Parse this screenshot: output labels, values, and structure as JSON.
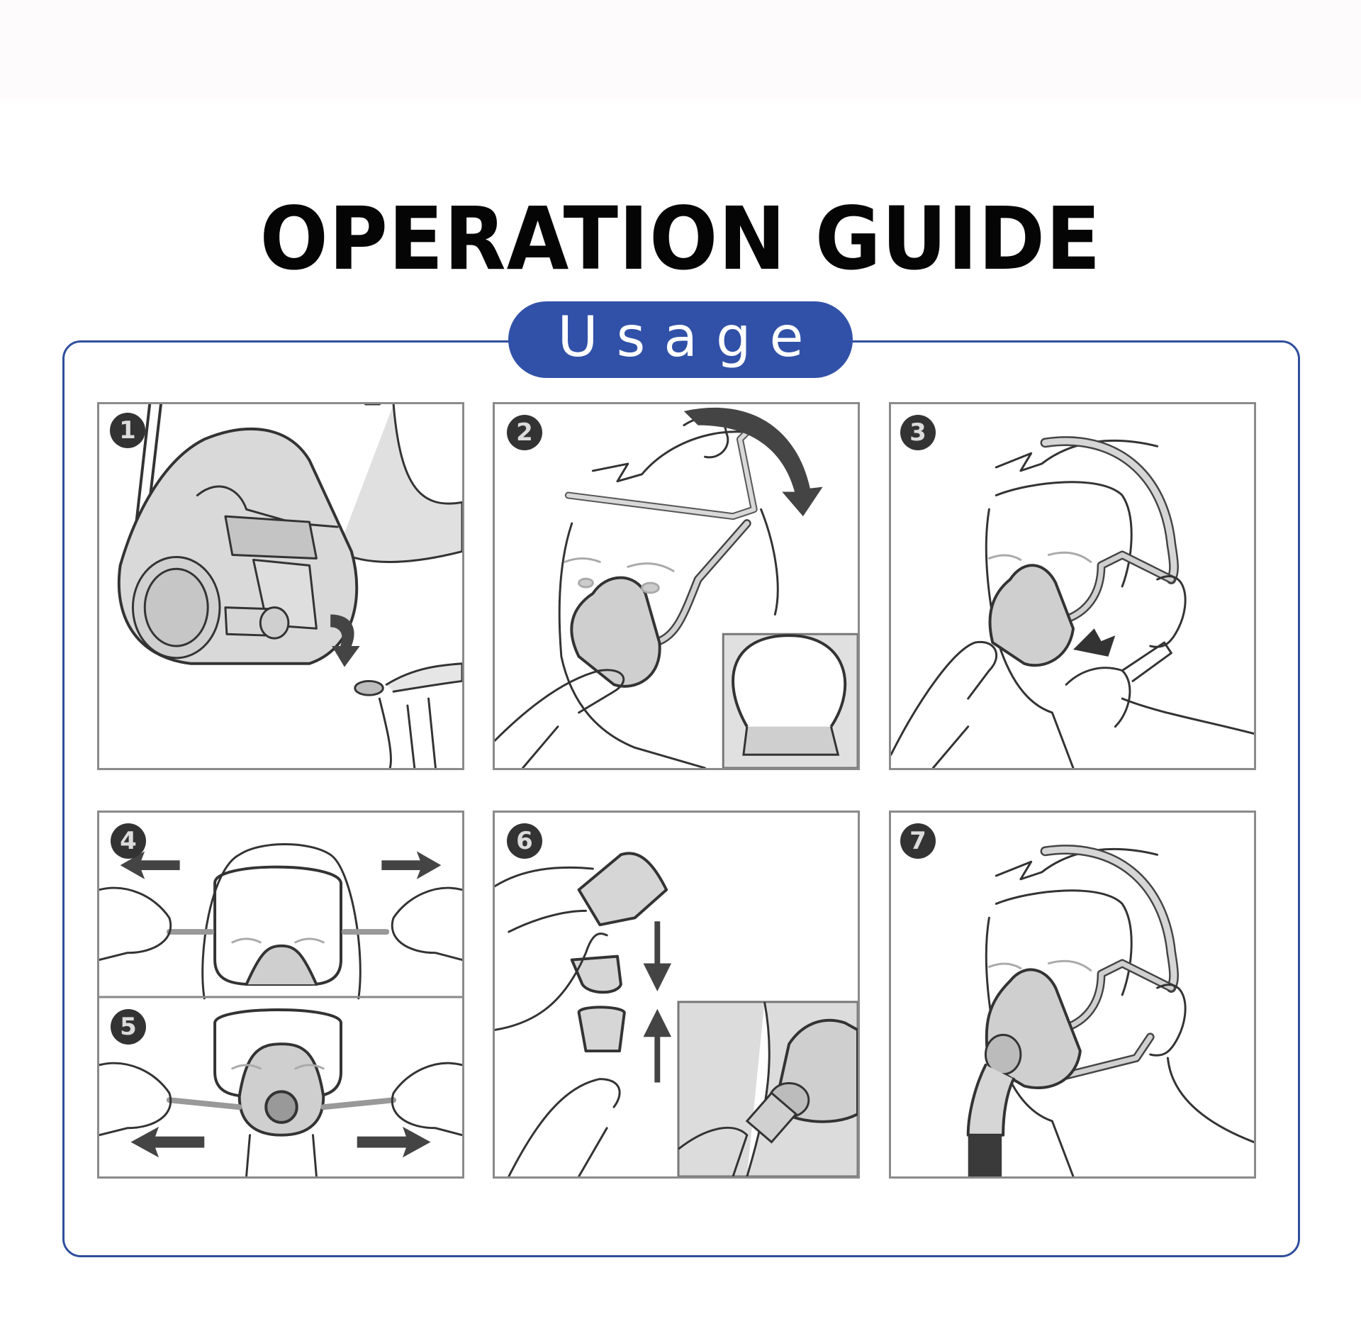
{
  "header": {
    "title": "OPERATION GUIDE"
  },
  "section": {
    "label": "Usage",
    "accent_color": "#3151a8"
  },
  "steps": [
    {
      "number": "1",
      "illustration": "attach-headgear-clip-to-mask"
    },
    {
      "number": "2",
      "illustration": "place-mask-pull-headgear-over-head"
    },
    {
      "number": "3",
      "illustration": "fasten-lower-clip"
    },
    {
      "number": "4",
      "illustration": "adjust-upper-straps"
    },
    {
      "number": "5",
      "illustration": "adjust-lower-straps"
    },
    {
      "number": "6",
      "illustration": "connect-tube-connector"
    },
    {
      "number": "7",
      "illustration": "mask-fitted-with-tube"
    }
  ]
}
